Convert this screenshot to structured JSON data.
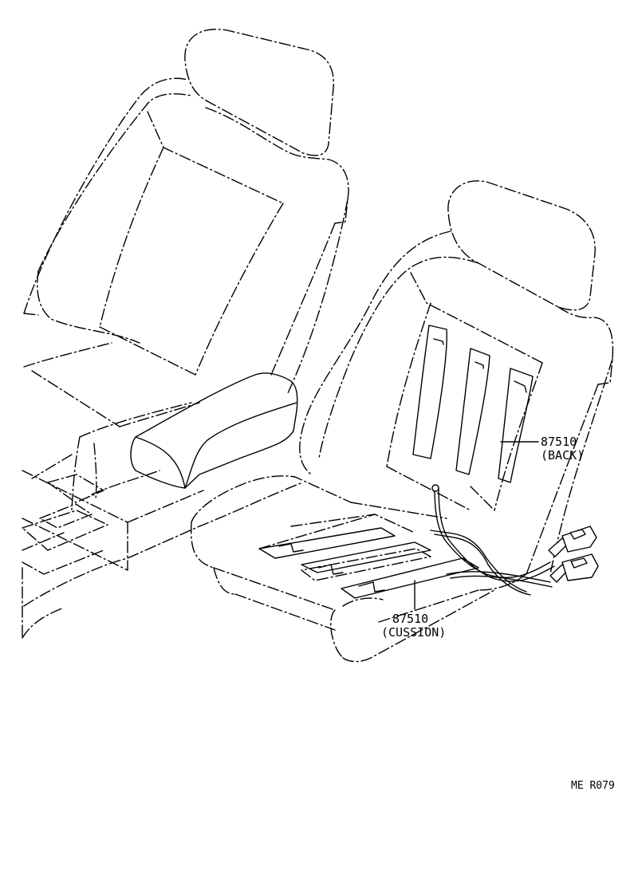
{
  "callouts": {
    "back_part_number": "87510",
    "back_note": "(BACK)",
    "cushion_part_number": "87510",
    "cushion_note": "(CUSSION)"
  },
  "figure_code": "ME R079"
}
